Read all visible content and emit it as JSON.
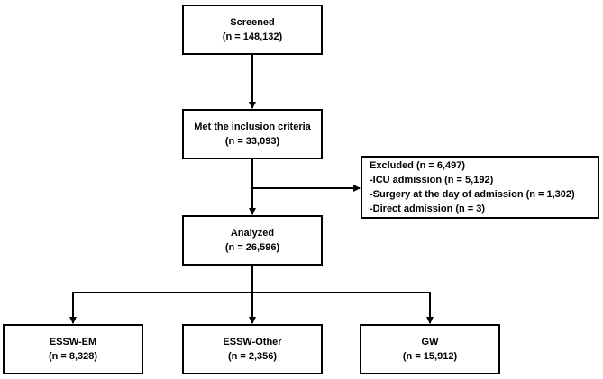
{
  "screened": {
    "label": "Screened",
    "count": "(n = 148,132)"
  },
  "inclusion": {
    "label": "Met the inclusion criteria",
    "count": "(n = 33,093)"
  },
  "excluded": {
    "label": "Excluded (n = 6,497)",
    "reasons": [
      "-ICU admission (n = 5,192)",
      "-Surgery at the day of admission (n = 1,302)",
      "-Direct admission (n = 3)"
    ]
  },
  "analyzed": {
    "label": "Analyzed",
    "count": "(n = 26,596)"
  },
  "groups": [
    {
      "label": "ESSW-EM",
      "count": "(n = 8,328)"
    },
    {
      "label": "ESSW-Other",
      "count": "(n = 2,356)"
    },
    {
      "label": "GW",
      "count": "(n = 15,912)"
    }
  ]
}
